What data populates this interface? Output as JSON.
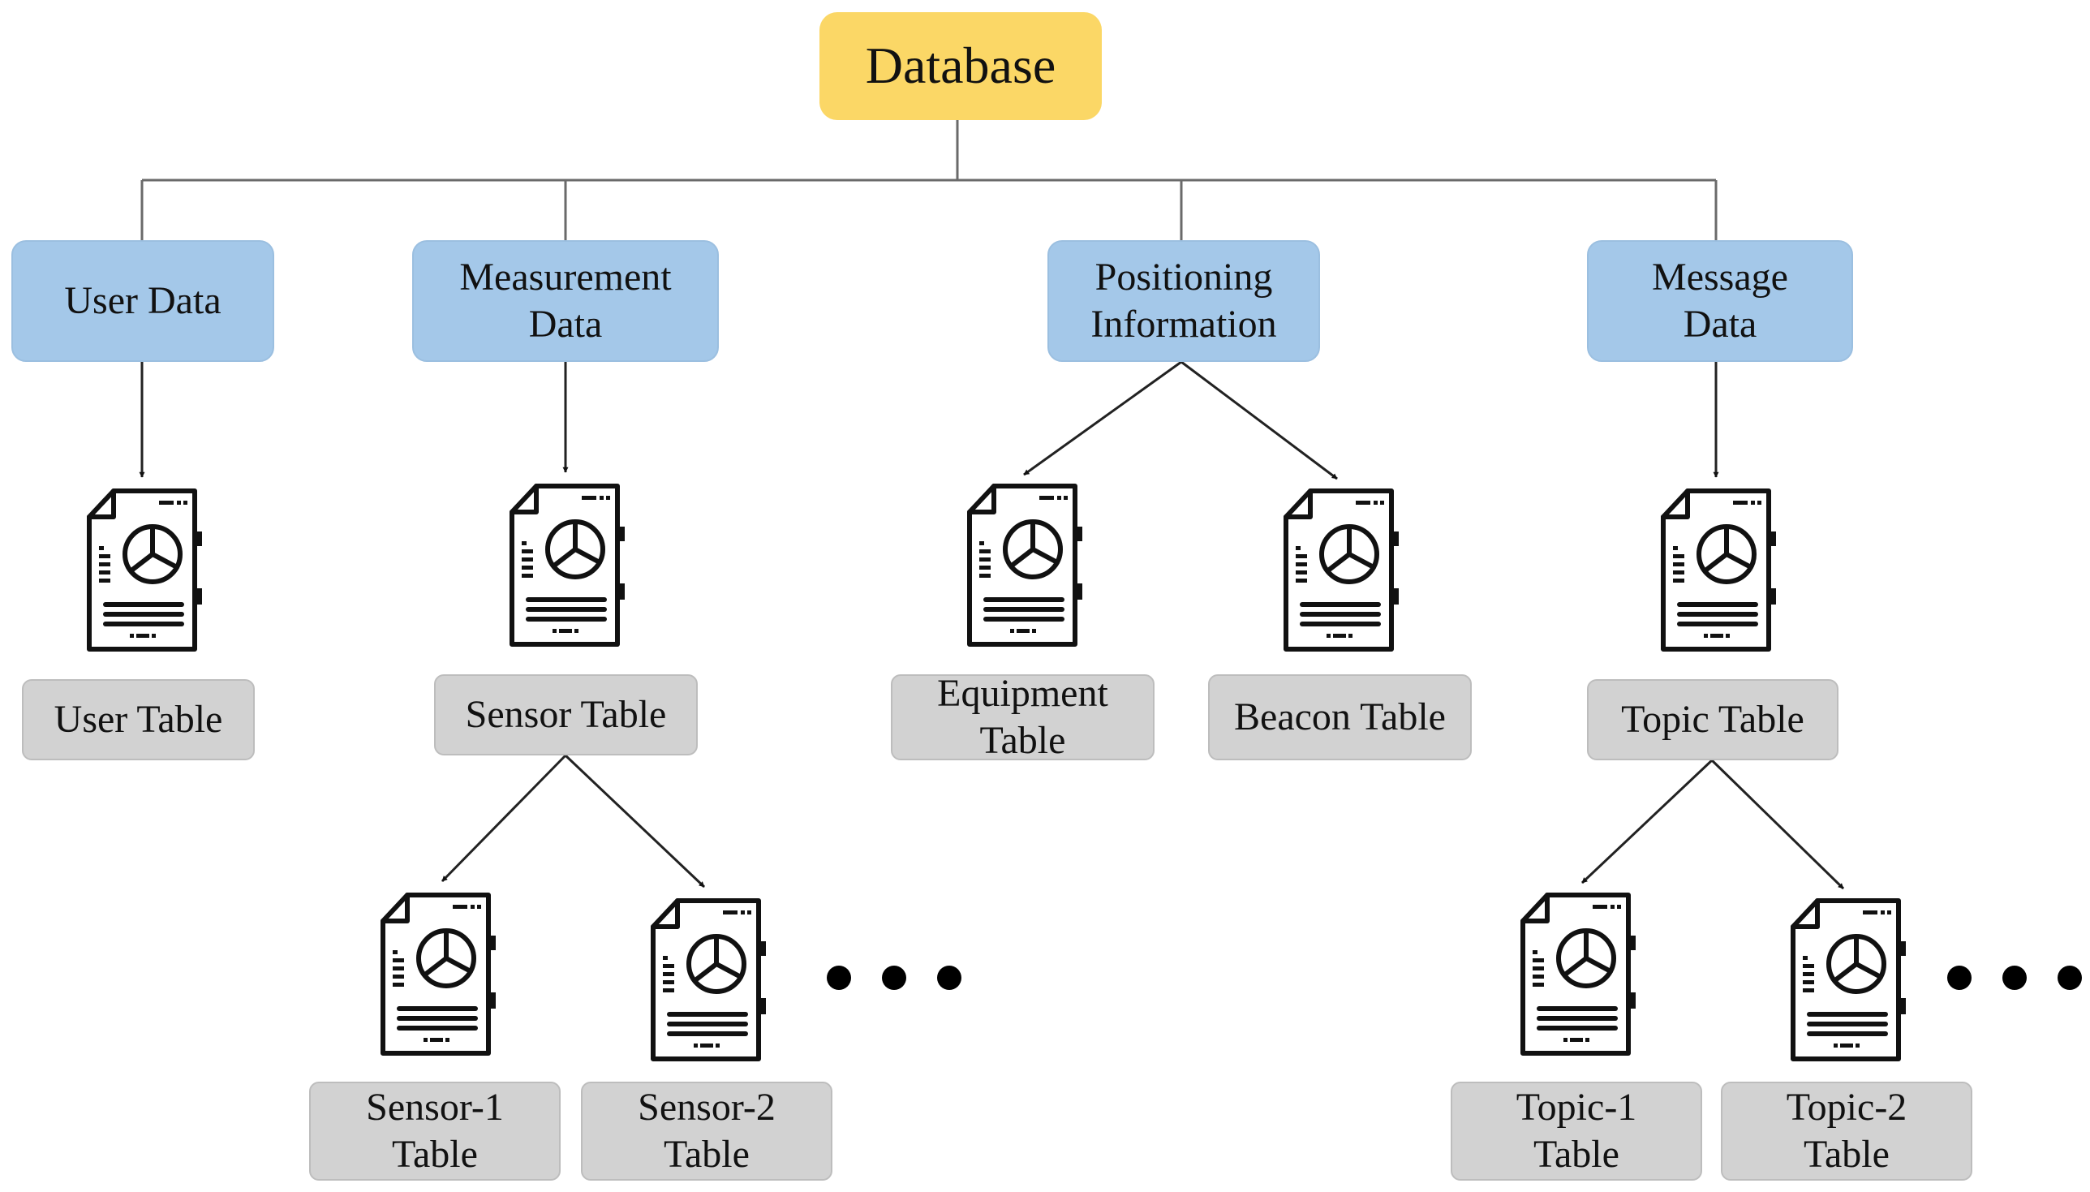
{
  "database": "Database",
  "categories": {
    "user": "User Data",
    "measurement": "Measurement\nData",
    "positioning": "Positioning\nInformation",
    "message": "Message\nData"
  },
  "tables": {
    "user": "User Table",
    "sensor": "Sensor Table",
    "equipment": "Equipment\nTable",
    "beacon": "Beacon Table",
    "topic": "Topic Table",
    "sensor1": "Sensor-1\nTable",
    "sensor2": "Sensor-2\nTable",
    "topic1": "Topic-1\nTable",
    "topic2": "Topic-2\nTable"
  },
  "icons": {
    "document": "document-chart-icon",
    "ellipsis": "ellipsis-dots"
  },
  "colors": {
    "database": "#fbd766",
    "category": "#a4c8e9",
    "table": "#d2d2d2",
    "line": "#555555"
  }
}
